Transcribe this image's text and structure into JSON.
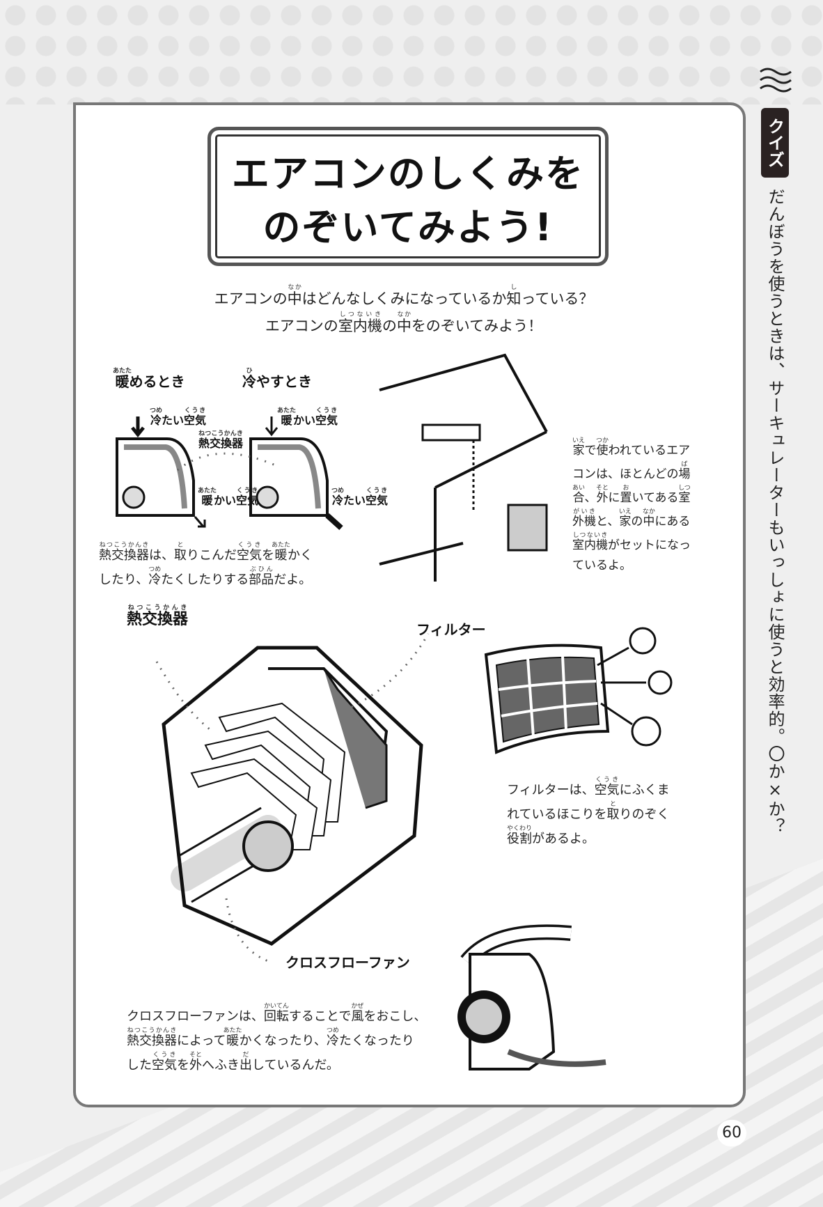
{
  "title": {
    "line1": "エアコンのしくみを",
    "line2": "のぞいてみよう!"
  },
  "intro": [
    [
      [
        "エアコンの"
      ],
      [
        "中",
        "なか"
      ],
      [
        "はどんなしくみになっているか"
      ],
      [
        "知",
        "し"
      ],
      [
        "っている？"
      ]
    ],
    [
      [
        "エアコンの"
      ],
      [
        "室内機",
        "しつないき"
      ],
      [
        "の"
      ],
      [
        "中",
        "なか"
      ],
      [
        "をのぞいてみよう！"
      ]
    ]
  ],
  "heat_diagram": {
    "warm_heading": [
      [
        "暖",
        "あたた"
      ],
      [
        "めるとき"
      ]
    ],
    "cool_heading": [
      [
        "冷",
        "ひ"
      ],
      [
        "やすとき"
      ]
    ],
    "warm_in": [
      [
        "冷",
        "つめ"
      ],
      [
        "たい"
      ],
      [
        "空気",
        "くうき"
      ]
    ],
    "warm_out": [
      [
        "暖",
        "あたた"
      ],
      [
        "かい"
      ],
      [
        "空気",
        "くうき"
      ]
    ],
    "cool_in": [
      [
        "暖",
        "あたた"
      ],
      [
        "かい"
      ],
      [
        "空気",
        "くうき"
      ]
    ],
    "cool_out": [
      [
        "冷",
        "つめ"
      ],
      [
        "たい"
      ],
      [
        "空気",
        "くうき"
      ]
    ],
    "exchanger": [
      [
        "熱交換器",
        "ねつこうかんき"
      ]
    ]
  },
  "heat_caption": [
    [
      [
        "熱交換器",
        "ねつこうかんき"
      ],
      [
        "は、"
      ],
      [
        "取",
        "と"
      ],
      [
        "りこんだ"
      ],
      [
        "空気",
        "くうき"
      ],
      [
        "を"
      ],
      [
        "暖",
        "あたた"
      ],
      [
        "かく"
      ]
    ],
    [
      [
        "したり、"
      ],
      [
        "冷",
        "つめ"
      ],
      [
        "たくしたりする"
      ],
      [
        "部品",
        "ぶひん"
      ],
      [
        "だよ。"
      ]
    ]
  ],
  "room_caption": [
    [
      [
        "家",
        "いえ"
      ],
      [
        "で"
      ],
      [
        "使",
        "つか"
      ],
      [
        "われているエア"
      ]
    ],
    [
      [
        "コンは、ほとんどの"
      ],
      [
        "場",
        "ば"
      ]
    ],
    [
      [
        "合",
        "あい"
      ],
      [
        "、"
      ],
      [
        "外",
        "そと"
      ],
      [
        "に"
      ],
      [
        "置",
        "お"
      ],
      [
        "いてある"
      ],
      [
        "室",
        "しつ"
      ]
    ],
    [
      [
        "外機",
        "がいき"
      ],
      [
        "と、"
      ],
      [
        "家",
        "いえ"
      ],
      [
        "の"
      ],
      [
        "中",
        "なか"
      ],
      [
        "にある"
      ]
    ],
    [
      [
        "室内機",
        "しつないき"
      ],
      [
        "がセットになっ"
      ]
    ],
    [
      [
        "ているよ。"
      ]
    ]
  ],
  "labels": {
    "exchanger": [
      [
        "熱交換器",
        "ねつこうかんき"
      ]
    ],
    "filter": "フィルター",
    "fan": "クロスフローファン"
  },
  "filter_caption": [
    [
      [
        "フィルターは、"
      ],
      [
        "空気",
        "くうき"
      ],
      [
        "にふくま"
      ]
    ],
    [
      [
        "れているほこりを"
      ],
      [
        "取",
        "と"
      ],
      [
        "りのぞく"
      ]
    ],
    [
      [
        "役割",
        "やくわり"
      ],
      [
        "があるよ。"
      ]
    ]
  ],
  "fan_caption": [
    [
      [
        "クロスフローファンは、"
      ],
      [
        "回転",
        "かいてん"
      ],
      [
        "することで"
      ],
      [
        "風",
        "かぜ"
      ],
      [
        "をおこし、"
      ]
    ],
    [
      [
        "熱交換器",
        "ねつこうかんき"
      ],
      [
        "によって"
      ],
      [
        "暖",
        "あたた"
      ],
      [
        "かくなったり、"
      ],
      [
        "冷",
        "つめ"
      ],
      [
        "たくなったり"
      ]
    ],
    [
      [
        "した"
      ],
      [
        "空気",
        "くうき"
      ],
      [
        "を"
      ],
      [
        "外",
        "そと"
      ],
      [
        "へふき"
      ],
      [
        "出",
        "だ"
      ],
      [
        "しているんだ。"
      ]
    ]
  ],
  "sidebar": {
    "badge": "クイズ",
    "question": "だんぼうを使うときは、サーキュレーターもいっしょに使うと効率的。〇か×か？"
  },
  "page_number": "60"
}
